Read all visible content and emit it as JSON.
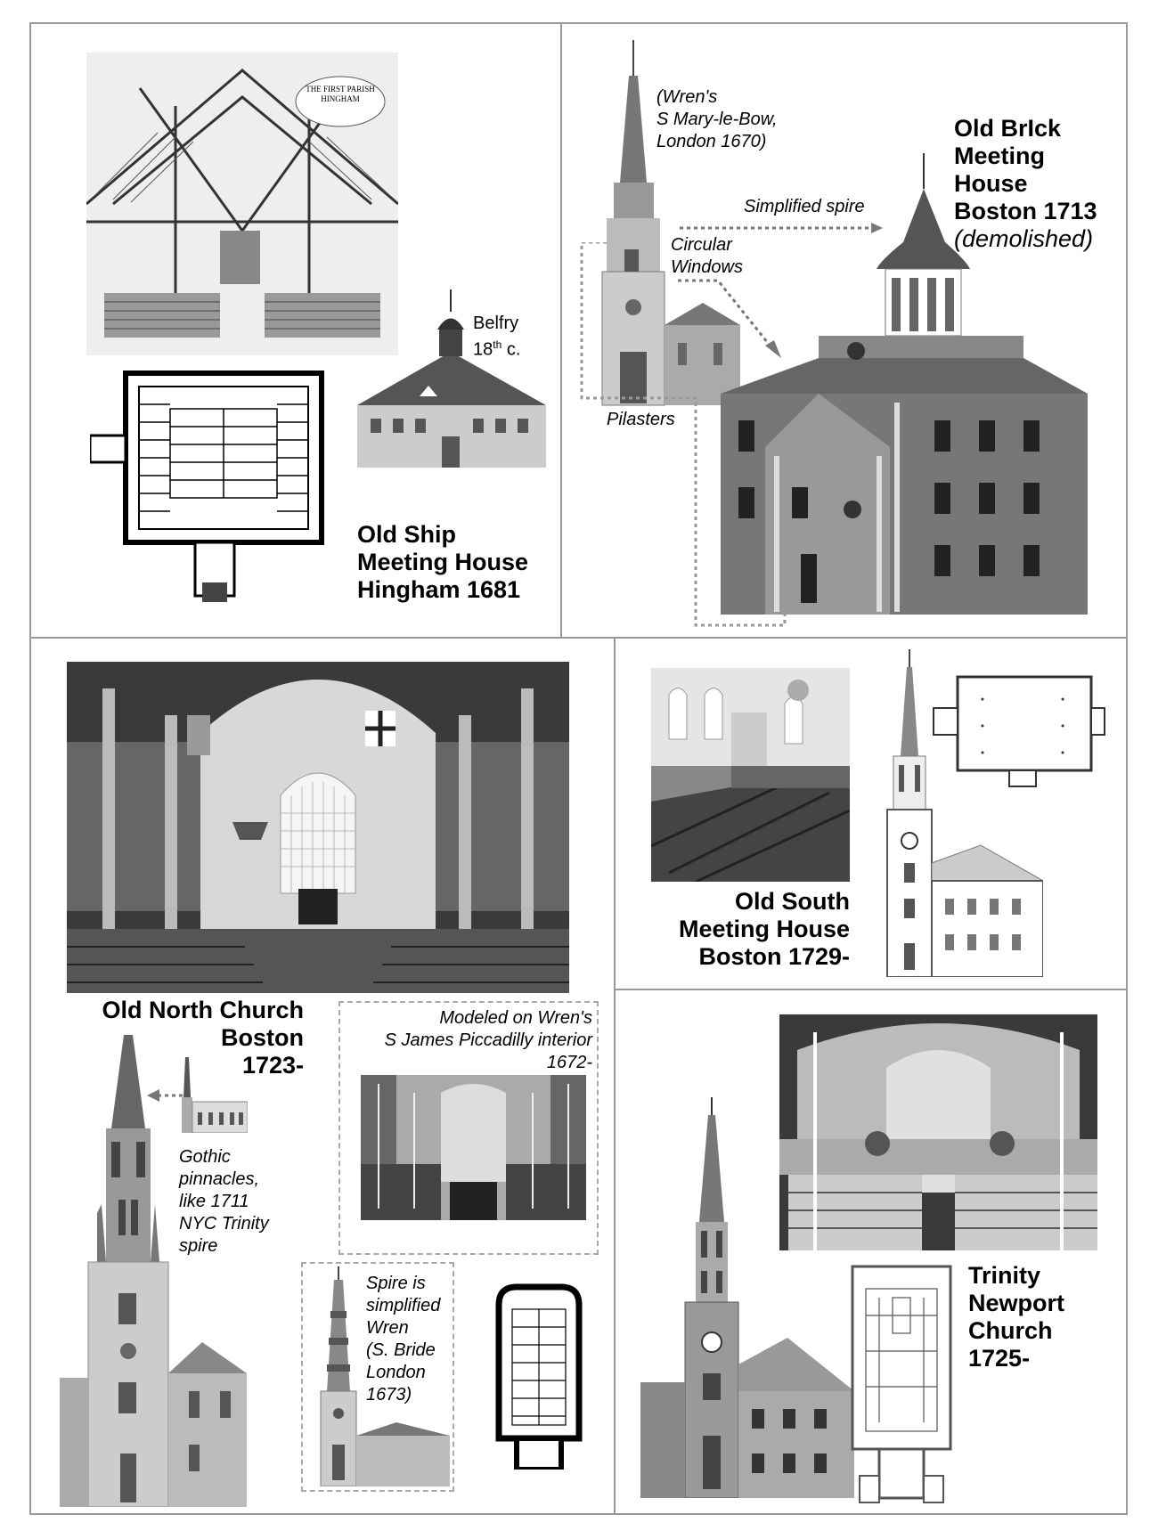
{
  "panel1": {
    "title": [
      "Old Ship",
      "Meeting House",
      "Hingham 1681"
    ],
    "belfry": "Belfry",
    "belfry_century": "18",
    "belfry_sup": "th",
    "belfry_suffix": " c.",
    "engraving_text": [
      "THE FIRST PARISH",
      "HINGHAM"
    ]
  },
  "panel2": {
    "wren_caption": [
      "(Wren's",
      "S Mary-le-Bow,",
      "London 1670)"
    ],
    "simplified_spire": "Simplified spire",
    "circular_windows": [
      "Circular",
      "Windows"
    ],
    "pilasters": "Pilasters",
    "title": [
      "Old BrIck",
      "Meeting",
      "House",
      "Boston 1713"
    ],
    "status": "(demolished)"
  },
  "panel3": {
    "title": [
      "Old North Church",
      "Boston",
      "1723-"
    ],
    "modeled_caption": [
      "Modeled on Wren's",
      "S James Piccadilly interior",
      "1672-"
    ],
    "gothic_caption": [
      "Gothic",
      "pinnacles,",
      "like 1711",
      "NYC Trinity",
      "spire"
    ],
    "spire_caption": [
      "Spire is",
      "simplified",
      "Wren",
      "(S. Bride",
      "London",
      "1673)"
    ]
  },
  "panel4": {
    "title": [
      "Old South",
      "Meeting House",
      "Boston 1729-"
    ]
  },
  "panel5": {
    "title": [
      "Trinity",
      "Newport",
      "Church",
      "1725-"
    ]
  }
}
